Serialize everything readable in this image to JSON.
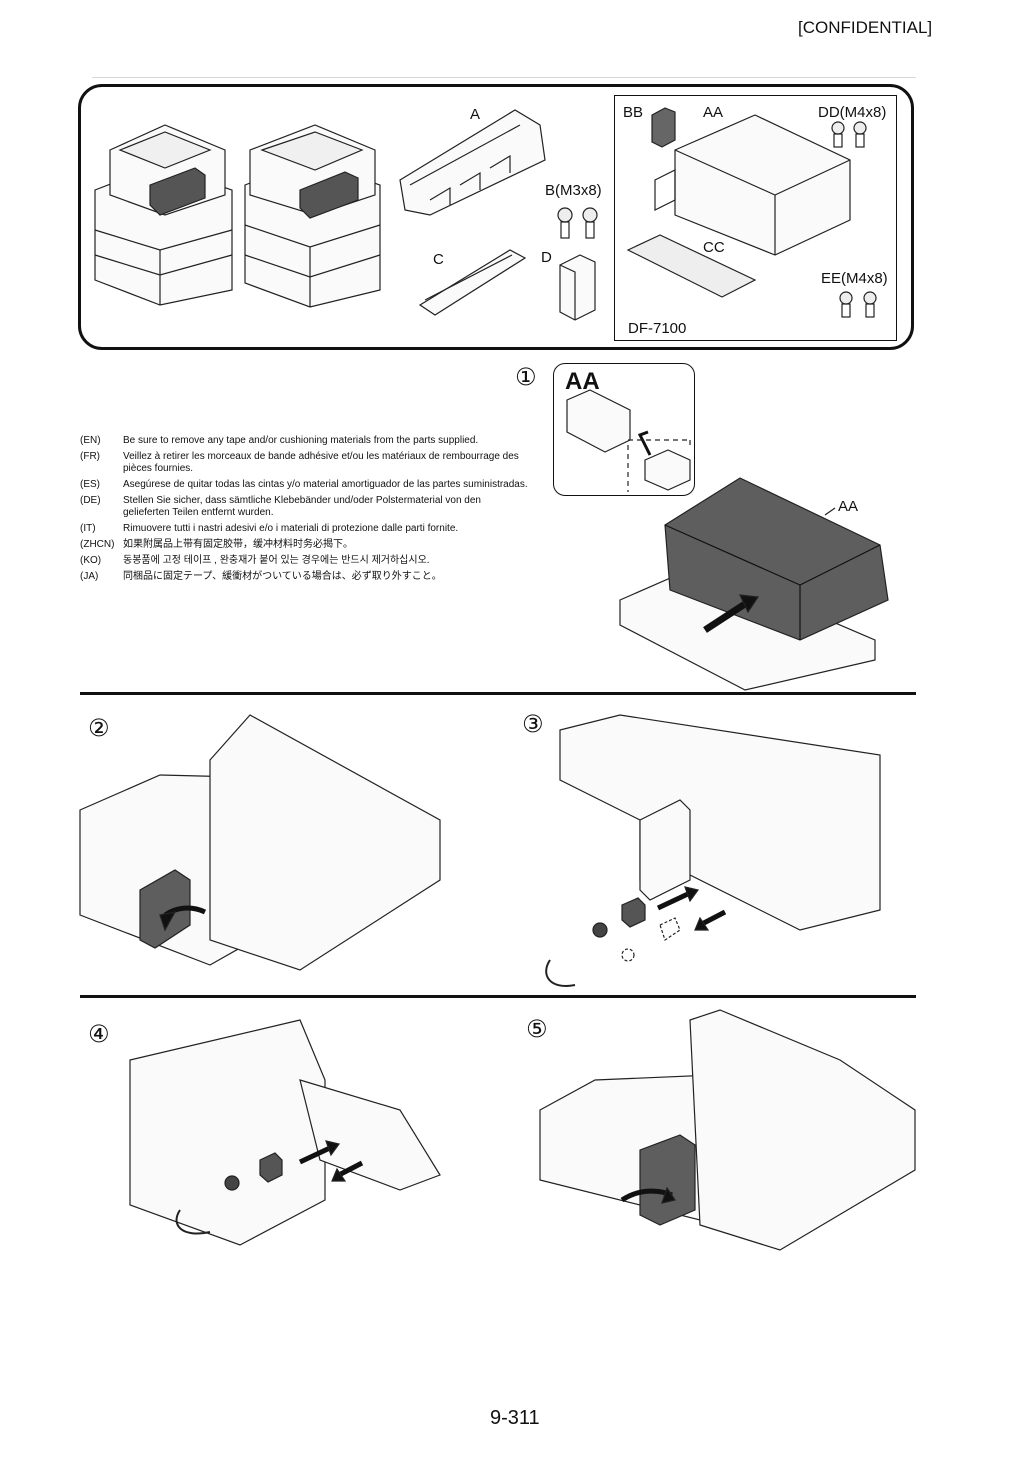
{
  "header": {
    "confidential": "[CONFIDENTIAL]"
  },
  "parts": {
    "a": "A",
    "b": "B(M3x8)",
    "c": "C",
    "d": "D",
    "bb": "BB",
    "aa": "AA",
    "cc": "CC",
    "dd": "DD(M4x8)",
    "ee": "EE(M4x8)",
    "option_name": "DF-7100"
  },
  "steps": {
    "s1": "①",
    "s1_title": "AA",
    "s1_callout": "AA",
    "s2": "②",
    "s3": "③",
    "s4": "④",
    "s5": "⑤"
  },
  "notes": [
    {
      "code": "(EN)",
      "text": "Be sure to remove any tape and/or cushioning materials from the parts supplied."
    },
    {
      "code": "(FR)",
      "text": "Veillez à retirer les morceaux de bande adhésive et/ou les matériaux de rembourrage des pièces fournies."
    },
    {
      "code": "(ES)",
      "text": "Asegúrese de quitar todas las cintas y/o material amortiguador de las partes suministradas."
    },
    {
      "code": "(DE)",
      "text": "Stellen Sie sicher, dass sämtliche Klebebänder und/oder Polstermaterial von den gelieferten Teilen entfernt wurden."
    },
    {
      "code": "(IT)",
      "text": "Rimuovere tutti i nastri adesivi e/o i materiali di protezione dalle parti fornite."
    },
    {
      "code": "(ZHCN)",
      "text": "如果附属品上带有固定胶带，缓冲材料时务必揭下。"
    },
    {
      "code": "(KO)",
      "text": "동봉품에 고정 테이프 , 완충재가 붙어 있는 경우에는 반드시 제거하십시오."
    },
    {
      "code": "(JA)",
      "text": "同梱品に固定テープ、緩衝材がついている場合は、必ず取り外すこと。"
    }
  ],
  "footer": {
    "page_number": "9-311"
  },
  "colors": {
    "part_fill": "#5e5e5e",
    "line": "#111111",
    "accent": "#000000"
  }
}
